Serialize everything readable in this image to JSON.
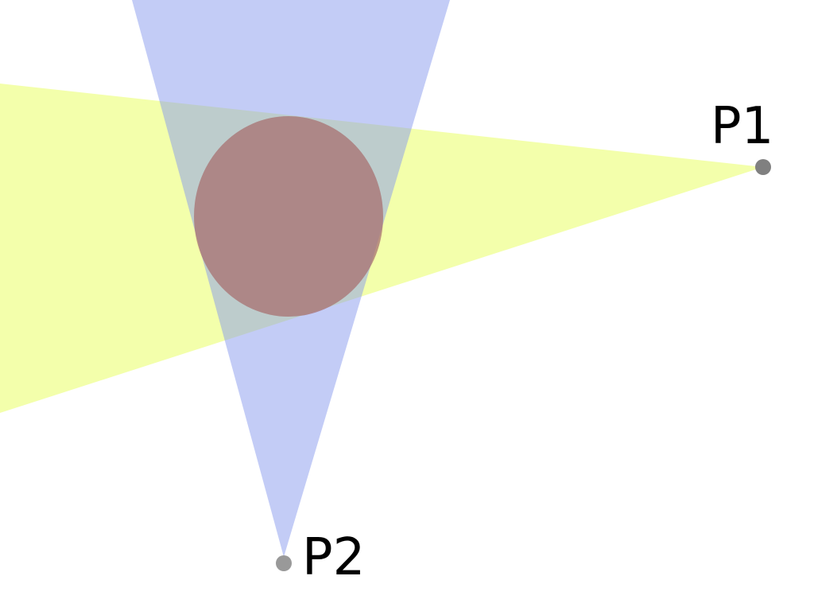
{
  "diagram": {
    "points": [
      {
        "label": "P1",
        "color": "#808080"
      },
      {
        "label": "P2",
        "color": "#999999"
      }
    ],
    "cones": [
      {
        "source": "P1",
        "color": "#eeff88",
        "opacity": 0.7
      },
      {
        "source": "P2",
        "color": "#8899ee",
        "opacity": 0.5
      }
    ],
    "circle": {
      "color": "#a87070",
      "opacity": 0.75
    },
    "background": "#ffffff"
  }
}
